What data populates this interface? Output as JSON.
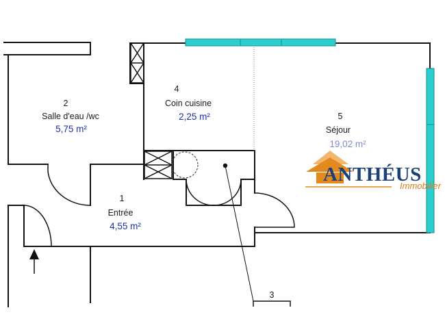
{
  "rooms": [
    {
      "number": "1",
      "name": "Entrée",
      "area": "4,55  m²"
    },
    {
      "number": "2",
      "name": "Salle d'eau /wc",
      "area": "5,75  m²"
    },
    {
      "number": "3"
    },
    {
      "number": "4",
      "name": "Coin cuisine",
      "area": "2,25  m²"
    },
    {
      "number": "5",
      "name": "Séjour",
      "area": "19,02  m²"
    }
  ],
  "watermark": {
    "name": "ANTHÉUS",
    "tagline": "Immobilier"
  },
  "colors": {
    "wall": "#111111",
    "window": "#2ad0d0",
    "window_edge": "#1a8a8a",
    "logo_blue": "#1c3f78",
    "logo_orange": "#e38a1e",
    "area_text": "#1b2fa8"
  },
  "icons": [
    "entrance-arrow-icon",
    "logo-house-icon"
  ]
}
